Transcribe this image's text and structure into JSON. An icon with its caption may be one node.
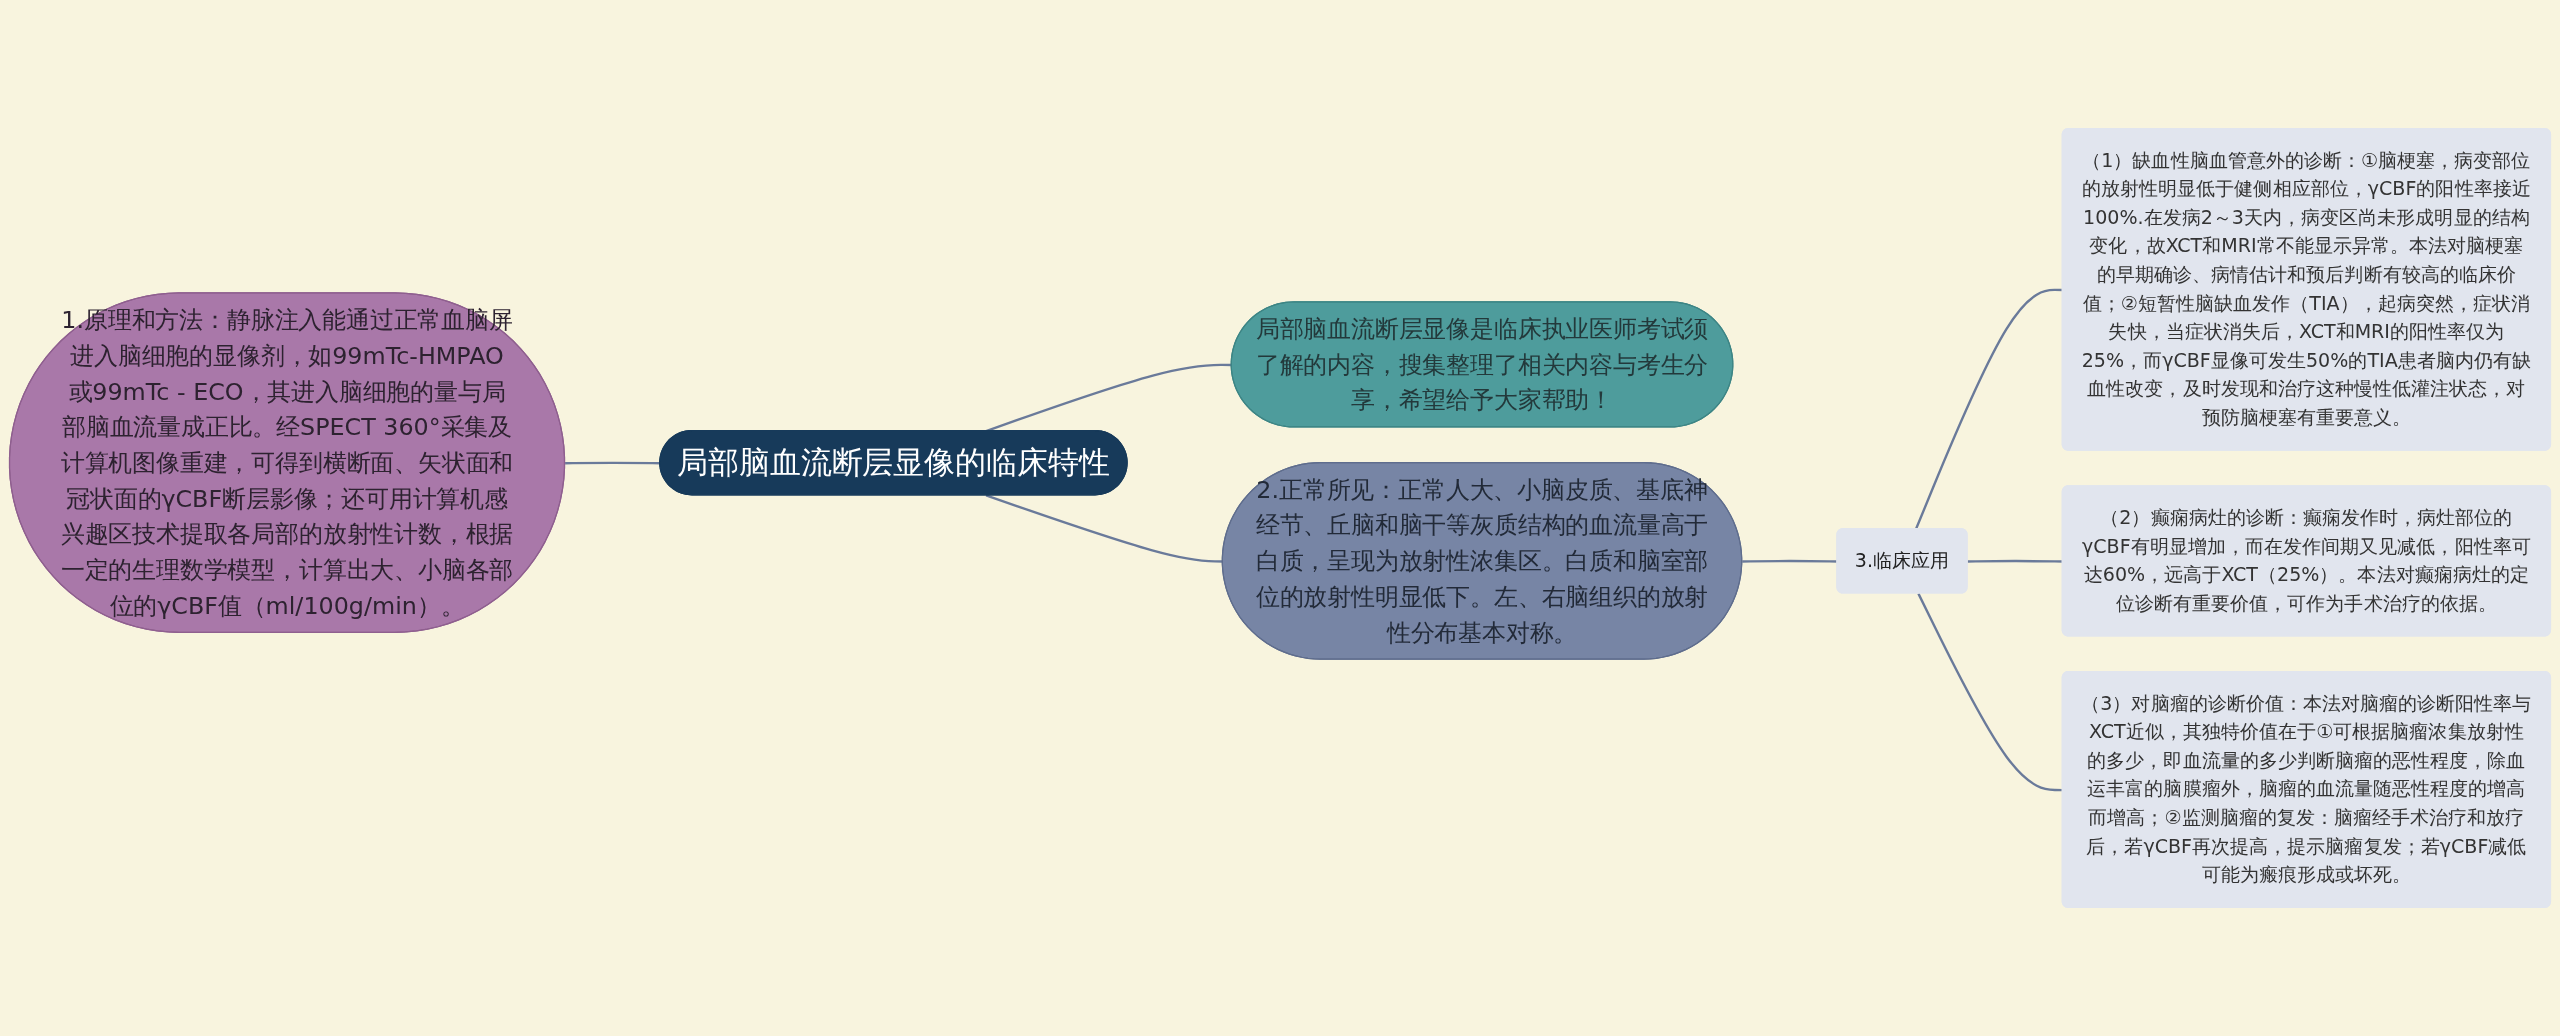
{
  "diagram": {
    "nodes": [
      {
        "text": [
          "局部脑血流断层显像的临床特性"
        ]
      },
      {
        "text": [
          "局部脑血流断层显像是临床执业医师考试须了解的内容，搜集整理了相关内容与考生分享，希望给予大家帮助！"
        ]
      },
      {
        "text": [
          "1.原理和方法：静脉注入能通过正常血脑屏进入脑细胞的显像剂，如99mTc-HMPAO或99mTc - ECO，其进入脑细胞的量与局部脑血流量成正比。经SPECT 360°采集及计算机图像重建，可得到横断面、矢状面和冠状面的γCBF断层影像；还可用计算机感兴趣区技术提取各局部的放射性计数，根据一定的生理数学模型，计算出大、小脑各部位的γCBF值（ml/100g/min）。"
        ]
      },
      {
        "text": [
          "2.正常所见：正常人大、小脑皮质、基底神经节、丘脑和脑干等灰质结构的血流量高于白质，呈现为放射性浓集区。白质和脑室部位的放射性明显低下。左、右脑组织的放射性分布基本对称。"
        ]
      },
      {
        "text": [
          "3.临床应用"
        ]
      },
      {
        "text": [
          "（1）缺血性脑血管意外的诊断：①脑梗塞，病变部位的放射性明显低于健侧相应部位，γCBF的阳性率接近100%.在发病2～3天内，病变区尚未形成明显的结构变化，故XCT和MRI常不能显示异常。本法对脑梗塞的早期确诊、病情估计和预后判断有较高的临床价值；②短暂性脑缺血发作（TIA），起病突然，症状消失快，当症状消失后，XCT和MRI的阳性率仅为25%，而γCBF显像可发生50%的TIA患者脑内仍有缺血性改变，及时发现和治疗这种慢性低灌注状态，对预防脑梗塞有重要意义。"
        ]
      },
      {
        "text": [
          "（2）癫痫病灶的诊断：癫痫发作时，病灶部位的γCBF有明显增加，而在发作间期又见减低，阳性率可达60%，远高于XCT（25%）。本法对癫痫病灶的定位诊断有重要价值，可作为手术治疗的依据。"
        ]
      },
      {
        "text": [
          "（3）对脑瘤的诊断价值：本法对脑瘤的诊断阳性率与XCT近似，其独特价值在于①可根据脑瘤浓集放射性的多少，即血流量的多少判断脑瘤的恶性程度，除血运丰富的脑膜瘤外，脑瘤的血流量随恶性程度的增高而增高；②监测脑瘤的复发：脑瘤经手术治疗和放疗后，若γCBF再次提高，提示脑瘤复发；若γCBF减低可能为瘢痕形成或坏死。"
        ]
      }
    ],
    "edges": [
      {
        "from": 0,
        "to": 1,
        "arrow": "none"
      },
      {
        "from": 2,
        "to": 0,
        "arrow": "none"
      },
      {
        "from": 0,
        "to": 3,
        "arrow": "none"
      },
      {
        "from": 3,
        "to": 4,
        "arrow": "none"
      },
      {
        "from": 4,
        "to": 5,
        "arrow": "none"
      },
      {
        "from": 4,
        "to": 6,
        "arrow": "none"
      },
      {
        "from": 4,
        "to": 7,
        "arrow": "none"
      }
    ]
  }
}
